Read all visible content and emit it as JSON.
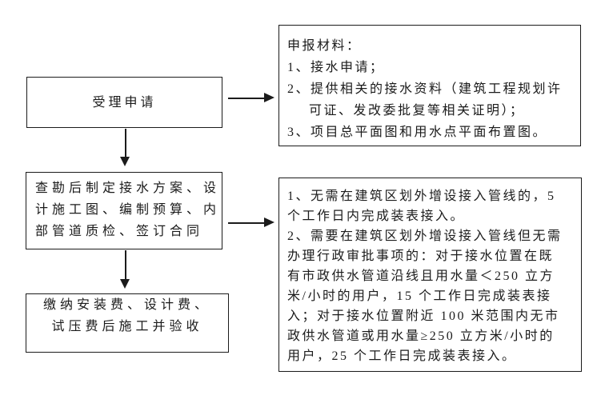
{
  "colors": {
    "ink": "#1b1b1b",
    "background": "#ffffff"
  },
  "boxes": {
    "accept": {
      "lines": [
        "受理申请"
      ]
    },
    "plan": {
      "lines": [
        "查勘后制定接水方案、设",
        "计施工图、编制预算、内",
        "部管道质检、签订合同"
      ]
    },
    "construct": {
      "lines": [
        "缴纳安装费、设计费、",
        "试压费后施工并验收"
      ]
    },
    "materials": {
      "lines": [
        "申报材料：",
        "1、接水申请；",
        "2、提供相关的接水资料（建筑工程规划许",
        "可证、发改委批复等相关证明）；",
        "3、项目总平面图和用水点平面布置图。"
      ]
    },
    "timelines": {
      "lines": [
        "1、无需在建筑区划外增设接入管线的，5",
        "个工作日内完成装表接入。",
        "2、需要在建筑区划外增设接入管线但无需",
        "办理行政审批事项的：对于接水位置在既",
        "有市政供水管道沿线且用水量＜250 立方",
        "米/小时的用户，15 个工作日完成装表接",
        "入；对于接水位置附近 100 米范围内无市",
        "政供水管道或用水量≥250 立方米/小时的",
        "用户，25 个工作日完成装表接入。"
      ]
    }
  }
}
